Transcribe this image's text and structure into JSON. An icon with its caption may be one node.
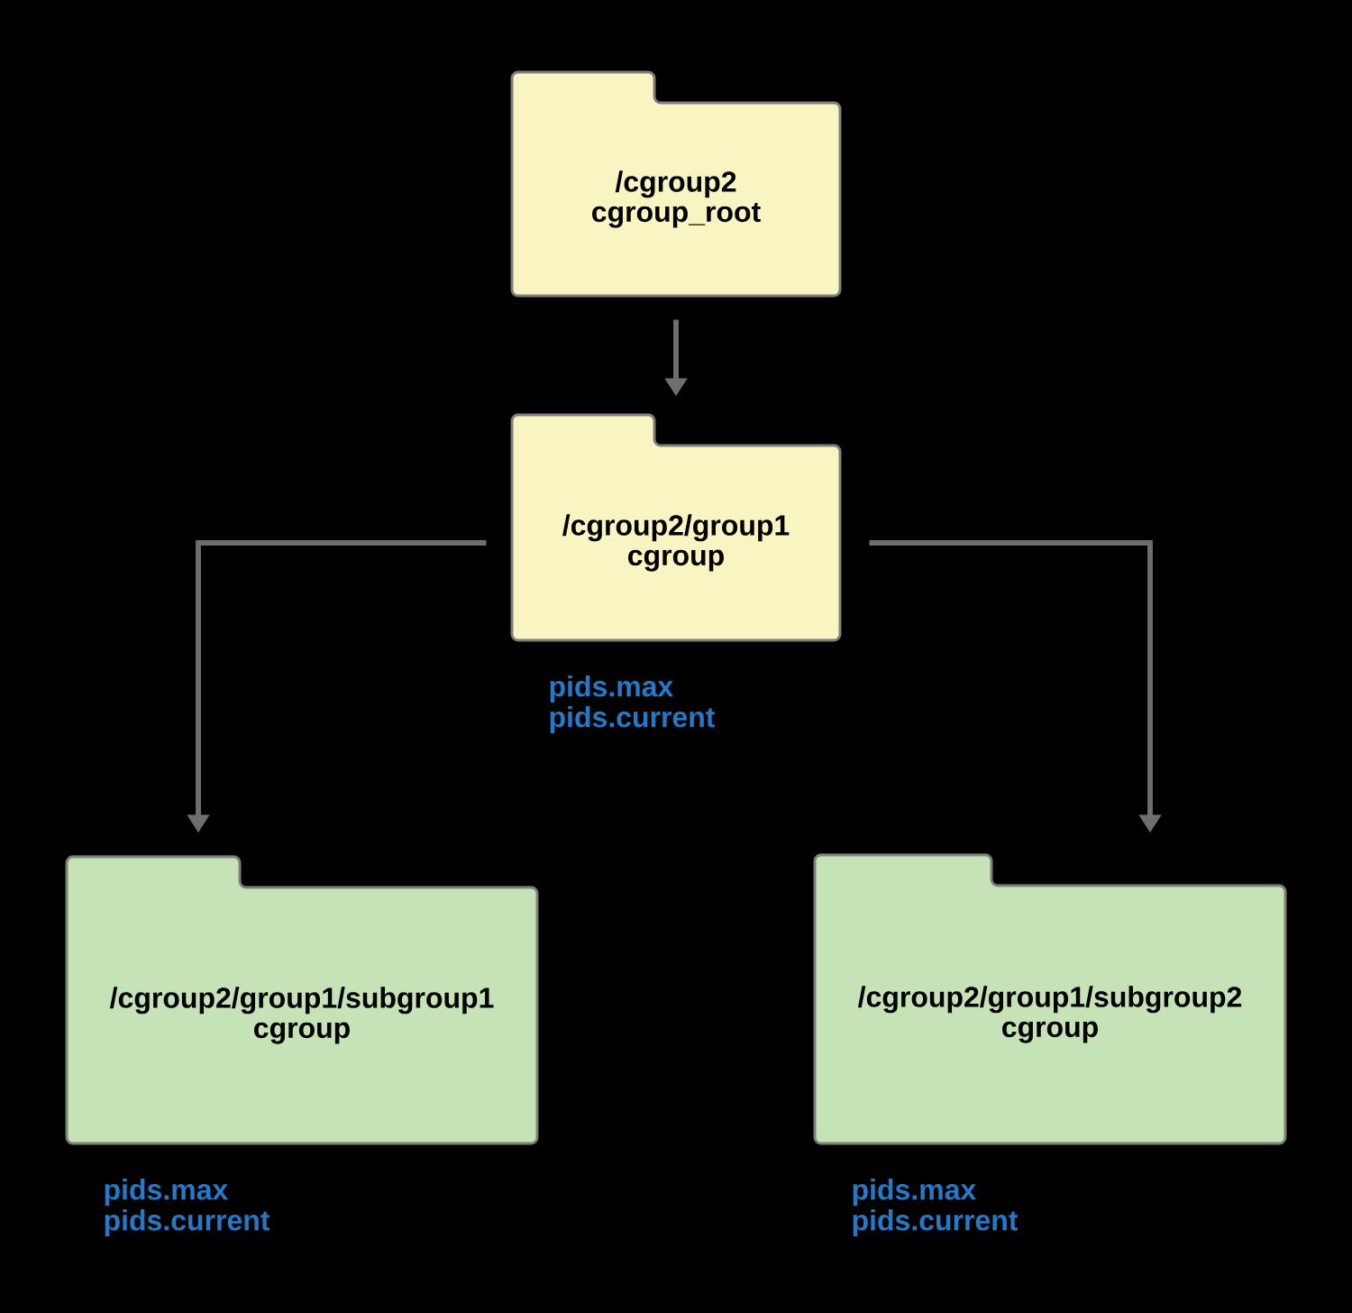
{
  "diagram": {
    "nodes": [
      {
        "text": [
          "/cgroup2",
          "cgroup_root"
        ]
      },
      {
        "text": [
          "/cgroup2/group1",
          "cgroup"
        ],
        "beside": [
          "pids.max",
          "pids.current"
        ]
      },
      {
        "text": [
          "/cgroup2/group1/subgroup1",
          "cgroup"
        ],
        "beside": [
          "pids.max",
          "pids.current"
        ]
      },
      {
        "text": [
          "/cgroup2/group1/subgroup2",
          "cgroup"
        ],
        "beside": [
          "pids.max",
          "pids.current"
        ]
      }
    ],
    "edges": [
      {
        "from": 0,
        "to": 1,
        "arrow": "to"
      },
      {
        "from": 1,
        "to": 2,
        "arrow": "to"
      },
      {
        "from": 1,
        "to": 3,
        "arrow": "to"
      }
    ]
  }
}
